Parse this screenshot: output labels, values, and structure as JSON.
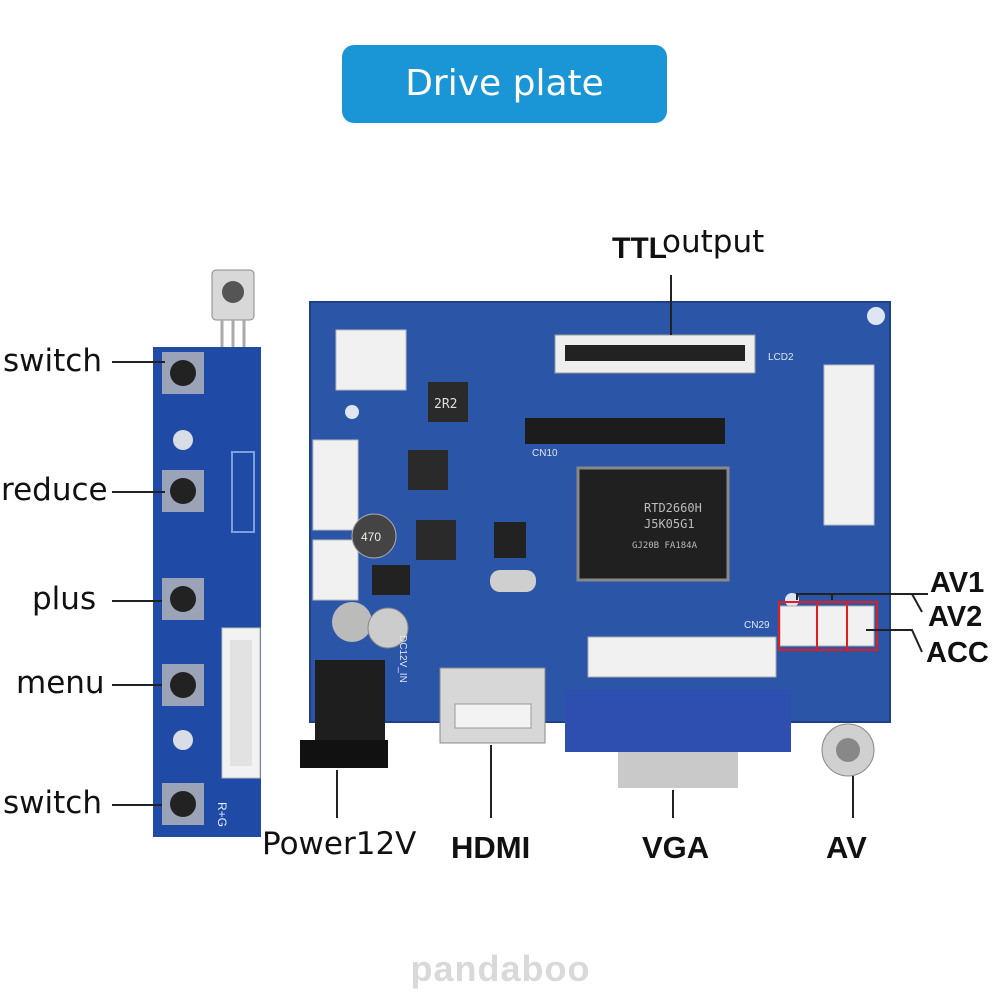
{
  "title": "Drive plate details",
  "side_labels": {
    "switch_top": "switch",
    "reduce": "reduce",
    "plus": "plus",
    "menu": "menu",
    "switch_bottom": "switch"
  },
  "top_label": {
    "ttl": "TTL",
    "output": "output"
  },
  "right_labels": {
    "av1": "AV1",
    "av2": "AV2",
    "acc": "ACC"
  },
  "bottom_labels": {
    "power": "Power12V",
    "hdmi": "HDMI",
    "vga": "VGA",
    "av": "AV"
  },
  "chip_text": {
    "line1": "RTD2660H",
    "line2": "J5K05G1",
    "line3": "GJ20B FA184A"
  },
  "silkscreen": {
    "cn10": "CN10",
    "cn29": "CN29",
    "lcd2": "LCD2",
    "dc12v": "DC12V_IN",
    "r2r": "2R2",
    "cap": "470",
    "kb": "R+G"
  },
  "watermark": "pandaboo",
  "colors": {
    "banner": "#1a95d6",
    "pcb": "#2b56a8",
    "pcb_dark": "#1d3f85",
    "vga": "#2f4fb0",
    "highlight": "#e01e1e"
  }
}
